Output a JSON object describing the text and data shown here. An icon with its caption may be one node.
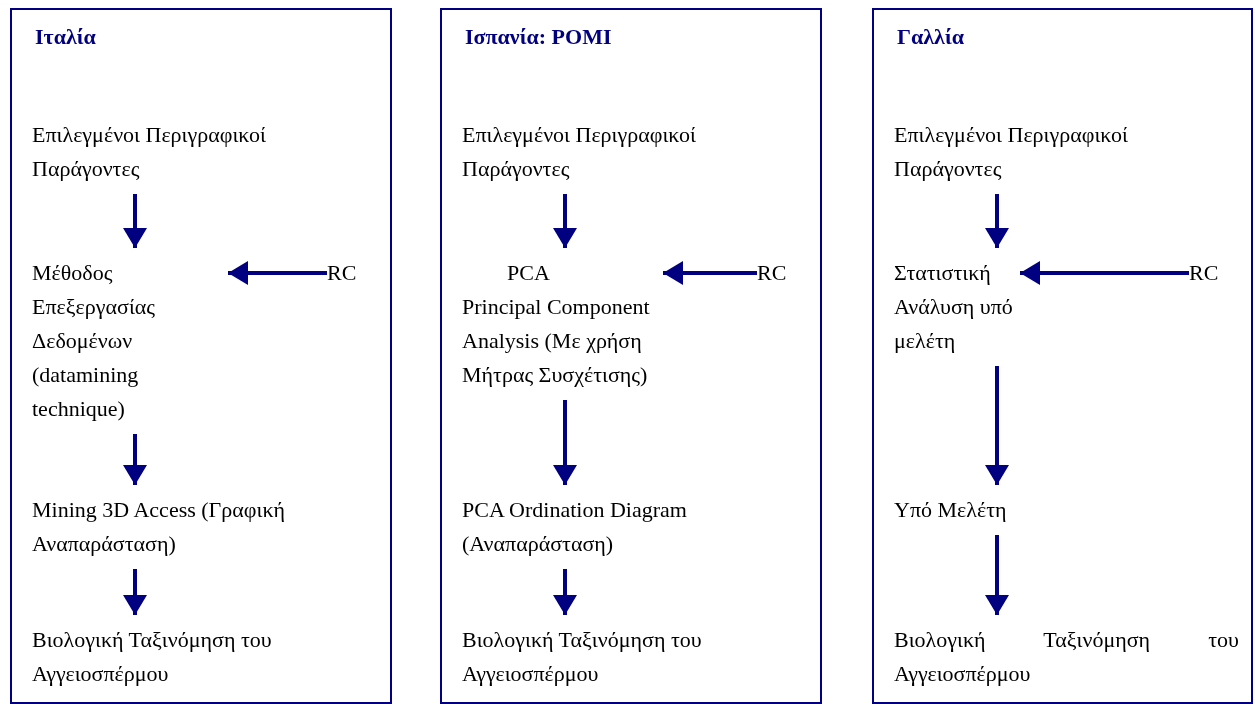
{
  "diagram": {
    "nodes": [
      {
        "text": [
          "Ιταλία"
        ]
      },
      {
        "text": [
          "Επιλεγμένοι Περιγραφικοί Παράγοντες"
        ],
        "in": 0
      },
      {
        "text": [
          "Μέθοδος Επεξεργασίας Δεδομένων (datamining technique)"
        ],
        "in": 0
      },
      {
        "text": [
          "RC"
        ],
        "in": 0
      },
      {
        "text": [
          "Mining 3D Access (Γραφική Αναπαράσταση)"
        ],
        "in": 0
      },
      {
        "text": [
          "Βιολογική Ταξινόμηση του Αγγειοσπέρμου"
        ],
        "in": 0
      },
      {
        "text": [
          "Ισπανία: POMI"
        ]
      },
      {
        "text": [
          "Επιλεγμένοι Περιγραφικοί Παράγοντες"
        ],
        "in": 6
      },
      {
        "text": [
          "PCA",
          "Principal Component Analysis (Με χρήση Μήτρας Συσχέτισης)"
        ],
        "in": 6
      },
      {
        "text": [
          "RC"
        ],
        "in": 6
      },
      {
        "text": [
          "PCA Ordination Diagram (Αναπαράσταση)"
        ],
        "in": 6
      },
      {
        "text": [
          "Βιολογική Ταξινόμηση του Αγγειοσπέρμου"
        ],
        "in": 6
      },
      {
        "text": [
          "Γαλλία"
        ]
      },
      {
        "text": [
          "Επιλεγμένοι Περιγραφικοί Παράγοντες"
        ],
        "in": 12
      },
      {
        "text": [
          "Στατιστική Ανάλυση υπό μελέτη"
        ],
        "in": 12
      },
      {
        "text": [
          "RC"
        ],
        "in": 12
      },
      {
        "text": [
          "Υπό Μελέτη"
        ],
        "in": 12
      },
      {
        "text": [
          "Βιολογική Ταξινόμηση του Αγγειοσπέρμου"
        ],
        "in": 12
      }
    ],
    "edges": [
      {
        "from": 1,
        "to": 2,
        "arrow": "to"
      },
      {
        "from": 3,
        "to": 2,
        "arrow": "to"
      },
      {
        "from": 2,
        "to": 4,
        "arrow": "to"
      },
      {
        "from": 4,
        "to": 5,
        "arrow": "to"
      },
      {
        "from": 7,
        "to": 8,
        "arrow": "to"
      },
      {
        "from": 9,
        "to": 8,
        "arrow": "to"
      },
      {
        "from": 8,
        "to": 10,
        "arrow": "to"
      },
      {
        "from": 10,
        "to": 11,
        "arrow": "to"
      },
      {
        "from": 13,
        "to": 14,
        "arrow": "to"
      },
      {
        "from": 15,
        "to": 14,
        "arrow": "to"
      },
      {
        "from": 14,
        "to": 16,
        "arrow": "to"
      },
      {
        "from": 16,
        "to": 17,
        "arrow": "to"
      }
    ]
  }
}
